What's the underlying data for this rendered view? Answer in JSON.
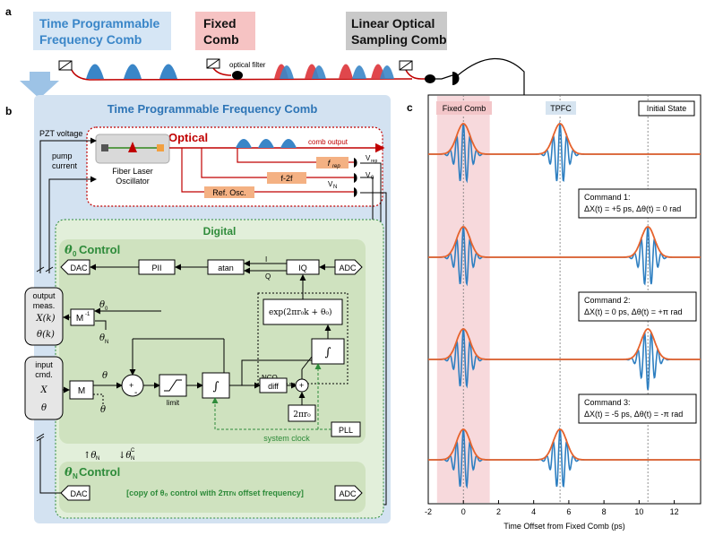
{
  "panel_a": {
    "letter": "a",
    "tpfc_label_1": "Time Programmable",
    "tpfc_label_2": "Frequency Comb",
    "fixed_label_1": "Fixed",
    "fixed_label_2": "Comb",
    "los_label_1": "Linear Optical",
    "los_label_2": "Sampling Comb",
    "optical_filter": "optical filter",
    "colors": {
      "tpfc": "#3a86c8",
      "fixed": "#e0474c",
      "fiber": "#c00000",
      "tpfc_box": "#d6e6f5",
      "fixed_box": "#f6c3c3",
      "los_box": "#c9c9c9"
    }
  },
  "panel_b": {
    "letter": "b",
    "title": "Time Programmable Frequency Comb",
    "pzt_voltage": "PZT voltage",
    "pump_current_1": "pump",
    "pump_current_2": "current",
    "optical": "Optical",
    "comb_output": "comb output",
    "fiber_laser_1": "Fiber Laser",
    "fiber_laser_2": "Oscillator",
    "frep": "f",
    "frep_sub": "rep",
    "f2f": "f-2f",
    "ref_osc": "Ref. Osc.",
    "vrep": "V",
    "vrep_sub": "rep",
    "v0": "V",
    "v0_sub": "0",
    "vn": "V",
    "vn_sub": "N",
    "digital": "Digital",
    "theta0_control": "θ",
    "theta0_sub": "0",
    "control_word": " Control",
    "dac": "DAC",
    "adc": "ADC",
    "pii": "PII",
    "atan": "atan",
    "iq": "IQ",
    "i_label": "I",
    "q_label": "Q",
    "exp_label": "exp(2πr",
    "nco": "NCO",
    "diff": "diff",
    "two_pi_r0": "2πr",
    "limit": "limit",
    "pll": "PLL",
    "system_clock": "system clock",
    "m_inv": "M",
    "m_inv_sup": "-1",
    "m": "M",
    "output_meas_1": "output",
    "output_meas_2": "meas.",
    "output_xk": "X(k)",
    "output_tk": "θ(k)",
    "input_cmd_1": "input",
    "input_cmd_2": "cmd.",
    "input_xc": "X",
    "input_tc": "θ",
    "c_sup": "C",
    "theta": "θ",
    "thetaN_control": "θ",
    "thetaN_sub": "N",
    "copy_text": "[copy of θ",
    "copy_text_2": " control with 2πr",
    "copy_text_3": " offset frequency]",
    "sub_0": "0",
    "sub_N": "N",
    "plus": "+",
    "minus": "-",
    "colors": {
      "outer": "#d3e2f1",
      "digital": "#e2efda",
      "control": "#cfe2bf",
      "dark_red": "#c00000",
      "green": "#2e8b3a",
      "orange_box": "#f4b183",
      "title_blue": "#2e75b6"
    }
  },
  "panel_c": {
    "letter": "c",
    "fixed_comb": "Fixed Comb",
    "tpfc": "TPFC",
    "initial_state": "Initial State",
    "cmd1_title": "Command 1:",
    "cmd1_text": "ΔX(t) = +5 ps,  Δθ(t) = 0 rad",
    "cmd2_title": "Command 2:",
    "cmd2_text": "ΔX(t) = 0 ps,  Δθ(t) = +π rad",
    "cmd3_title": "Command 3:",
    "cmd3_text": "ΔX(t) = -5 ps,  Δθ(t) = -π rad",
    "xlabel": "Time Offset from Fixed Comb (ps)",
    "xticks": [
      "-2",
      "0",
      "2",
      "4",
      "6",
      "8",
      "10",
      "12"
    ],
    "colors": {
      "signal": "#2e7fc1",
      "envelope": "#e6632d",
      "fixed_band": "#f7d9dc",
      "tpfc_label_bg": "#d6e4f0",
      "fixed_label_bg": "#f3c6c9"
    }
  },
  "chart_data": {
    "type": "line",
    "xlabel": "Time Offset from Fixed Comb (ps)",
    "xlim": [
      -2,
      13.5
    ],
    "xticks": [
      -2,
      0,
      2,
      4,
      6,
      8,
      10,
      12
    ],
    "grid": false,
    "reference_lines": [
      0,
      5.5,
      10.5
    ],
    "shaded_band": [
      -1.5,
      1.5
    ],
    "traces": [
      {
        "row": 1,
        "label": "Initial State",
        "pulses": [
          {
            "center": 0,
            "phase": 0
          },
          {
            "center": 5.5,
            "phase": 0
          }
        ]
      },
      {
        "row": 2,
        "label": "Command 1",
        "pulses": [
          {
            "center": 0,
            "phase": 0
          },
          {
            "center": 10.5,
            "phase": 0
          }
        ]
      },
      {
        "row": 3,
        "label": "Command 2",
        "pulses": [
          {
            "center": 0,
            "phase": 0
          },
          {
            "center": 10.5,
            "phase": 3.14159
          }
        ]
      },
      {
        "row": 4,
        "label": "Command 3",
        "pulses": [
          {
            "center": 0,
            "phase": 0
          },
          {
            "center": 5.5,
            "phase": 0
          }
        ]
      }
    ]
  }
}
